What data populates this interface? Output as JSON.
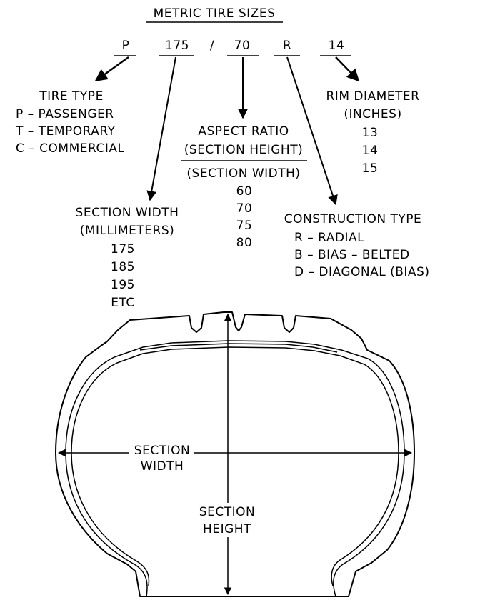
{
  "title": "METRIC TIRE SIZES",
  "size_code": {
    "type": "P",
    "width": "175",
    "slash": "/",
    "aspect": "70",
    "construction": "R",
    "rim": "14"
  },
  "tire_type": {
    "heading": "TIRE TYPE",
    "items": [
      "P – PASSENGER",
      "T – TEMPORARY",
      "C – COMMERCIAL"
    ]
  },
  "aspect_ratio": {
    "heading": "ASPECT RATIO",
    "numerator": "(SECTION HEIGHT)",
    "denominator": "(SECTION WIDTH)",
    "values": [
      "60",
      "70",
      "75",
      "80"
    ]
  },
  "rim_diameter": {
    "heading": "RIM DIAMETER",
    "unit": "(INCHES)",
    "values": [
      "13",
      "14",
      "15"
    ]
  },
  "section_width": {
    "heading": "SECTION WIDTH",
    "unit": "(MILLIMETERS)",
    "values": [
      "175",
      "185",
      "195",
      "ETC"
    ]
  },
  "construction_type": {
    "heading": "CONSTRUCTION TYPE",
    "items": [
      "R – RADIAL",
      "B – BIAS – BELTED",
      "D – DIAGONAL (BIAS)"
    ]
  },
  "tire_labels": {
    "section_width_1": "SECTION",
    "section_width_2": "WIDTH",
    "section_height_1": "SECTION",
    "section_height_2": "HEIGHT"
  }
}
